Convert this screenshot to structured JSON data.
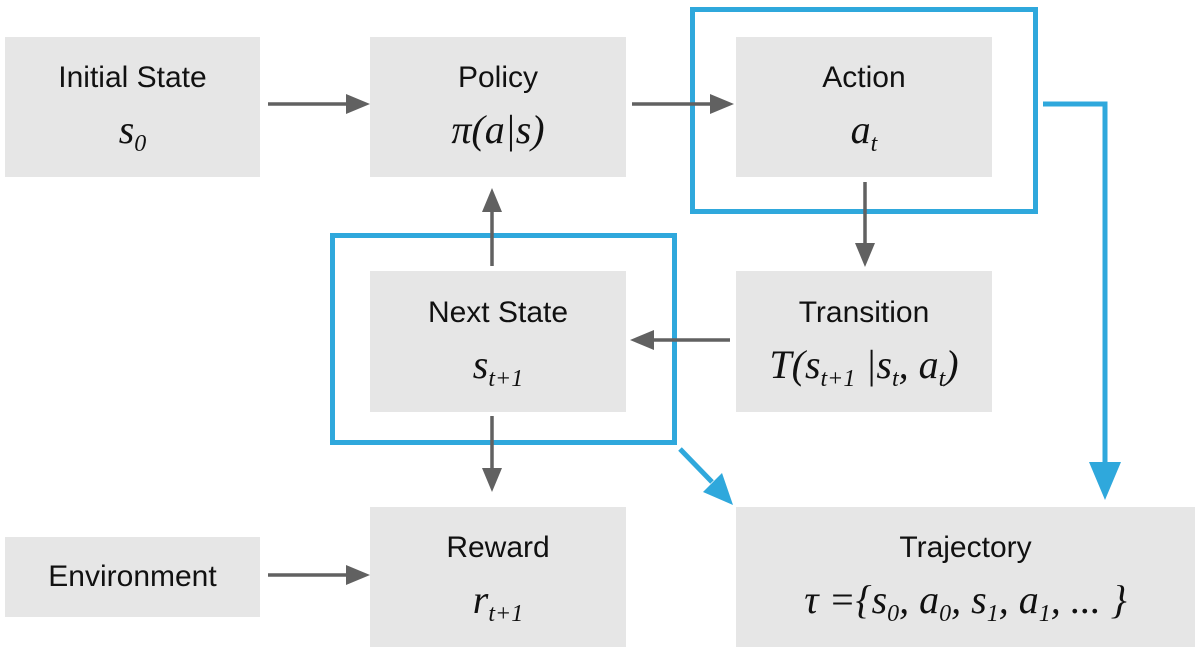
{
  "nodes": {
    "initial_state": {
      "label": "Initial State"
    },
    "policy": {
      "label": "Policy"
    },
    "action": {
      "label": "Action"
    },
    "transition": {
      "label": "Transition"
    },
    "next_state": {
      "label": "Next State"
    },
    "reward": {
      "label": "Reward"
    },
    "environment": {
      "label": "Environment"
    },
    "trajectory": {
      "label": "Trajectory"
    }
  },
  "colors": {
    "box_fill": "#e6e6e6",
    "arrow_gray": "#616161",
    "highlight_blue": "#2fa8dc"
  }
}
